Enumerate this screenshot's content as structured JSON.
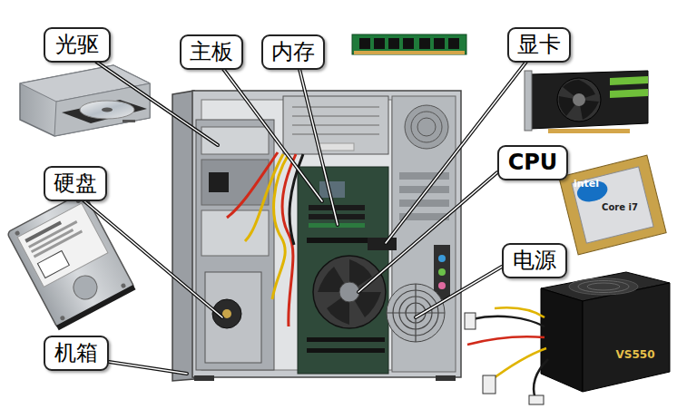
{
  "diagram": {
    "nodes": [
      {
        "text": [
          "光驱"
        ]
      },
      {
        "text": [
          "主板"
        ]
      },
      {
        "text": [
          "内存"
        ]
      },
      {
        "text": [
          "显卡"
        ]
      },
      {
        "text": [
          "CPU"
        ]
      },
      {
        "text": [
          "硬盘"
        ]
      },
      {
        "text": [
          "电源"
        ]
      },
      {
        "text": [
          "机箱"
        ]
      }
    ],
    "labels": [
      "intel",
      "Core i7",
      "VS550"
    ]
  }
}
